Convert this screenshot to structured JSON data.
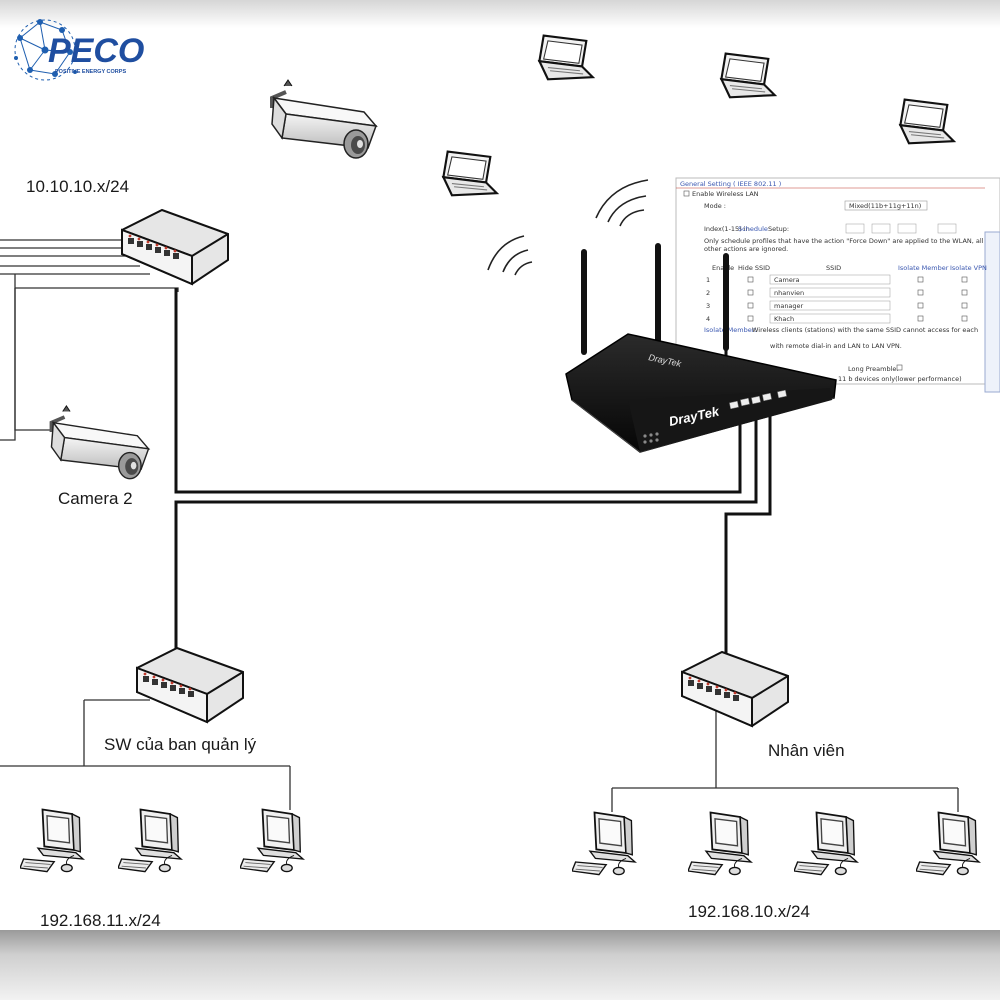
{
  "logo": {
    "name": "PECO",
    "tagline": "POSITIVE ENERGY CORPS"
  },
  "labels": {
    "camera_net": "10.10.10.x/24",
    "camera2": "Camera 2",
    "mgmt_switch": "SW của ban quản lý",
    "staff_switch": "Nhân viên",
    "mgmt_net": "192.168.11.x/24",
    "staff_net": "192.168.10.x/24"
  },
  "router": {
    "brand": "DrayTek"
  },
  "config_panel": {
    "header": "General Setting ( IEEE 802.11 )",
    "enable_label": "Enable Wireless LAN",
    "mode_label": "Mode :",
    "mode_value": "Mixed(11b+11g+11n)",
    "index_text_a": "Index(1-15) in",
    "index_link": "Schedule",
    "index_text_b": "Setup:",
    "note_line1": "Only schedule profiles that have the action \"Force Down\" are applied to the WLAN, all",
    "note_line2": "other actions are ignored.",
    "col_enable": "Enable",
    "col_hide": "Hide SSID",
    "col_ssid": "SSID",
    "col_isolate_member": "Isolate Member",
    "col_isolate_vpn": "Isolate VPN",
    "rows": [
      {
        "num": "1",
        "ssid": "Camera"
      },
      {
        "num": "2",
        "ssid": "nhanvien"
      },
      {
        "num": "3",
        "ssid": "manager"
      },
      {
        "num": "4",
        "ssid": "Khach"
      }
    ],
    "isolate_title": "Isolate Member:",
    "isolate_desc_a": "Wireless clients (stations) with the same SSID cannot access for each",
    "isolate_desc_b": "with remote dial-in and LAN to LAN VPN.",
    "long_preamble": "Long Preamble:",
    "preamble_desc": "11 b devices only(lower performance)"
  }
}
